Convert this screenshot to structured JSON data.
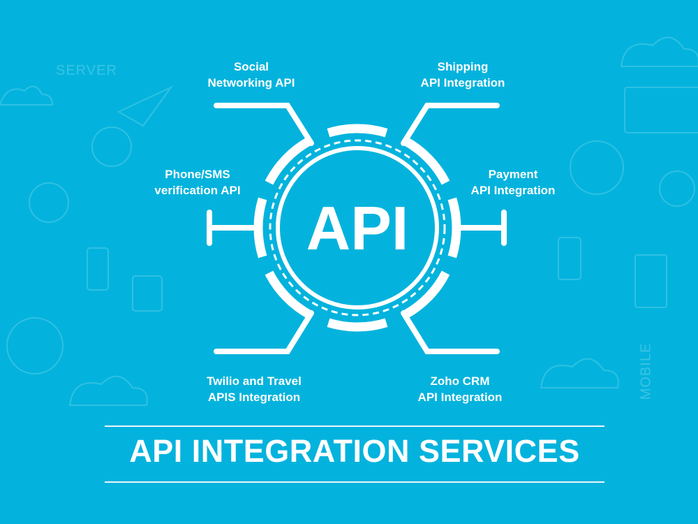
{
  "colors": {
    "background": "#03b3dd",
    "foreground": "#ffffff"
  },
  "center_label": "API",
  "services": [
    {
      "line1": "Social",
      "line2": "Networking API"
    },
    {
      "line1": "Shipping",
      "line2": "API Integration"
    },
    {
      "line1": "Phone/SMS",
      "line2": "verification API"
    },
    {
      "line1": "Payment",
      "line2": "API Integration"
    },
    {
      "line1": "Twilio and Travel",
      "line2": "APIS Integration"
    },
    {
      "line1": "Zoho CRM",
      "line2": "API Integration"
    }
  ],
  "background_words": {
    "server": "SERVER",
    "mobile": "MOBILE"
  },
  "title": "API INTEGRATION SERVICES"
}
